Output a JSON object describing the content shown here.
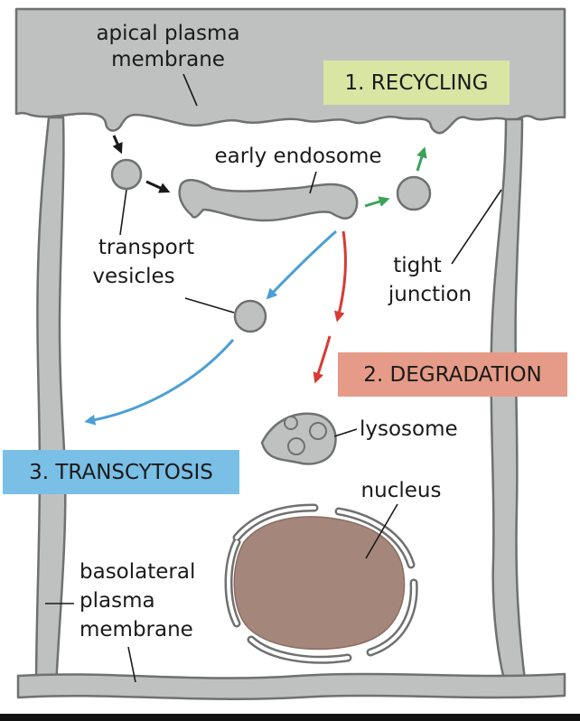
{
  "labels": {
    "apical_line1": "apical plasma",
    "apical_line2": "membrane",
    "early_endosome": "early endosome",
    "transport_line1": "transport",
    "transport_line2": "vesicles",
    "tight_line1": "tight",
    "tight_line2": "junction",
    "lysosome": "lysosome",
    "nucleus": "nucleus",
    "baso_line1": "basolateral",
    "baso_line2": "plasma",
    "baso_line3": "membrane"
  },
  "pathways": {
    "recycling": "1. RECYCLING",
    "degradation": "2. DEGRADATION",
    "transcytosis": "3. TRANSCYTOSIS"
  },
  "colors": {
    "membrane_fill": "#bfc1c0",
    "membrane_stroke": "#6f7170",
    "recycling_box": "#d8e5a3",
    "degradation_box": "#e59b87",
    "transcytosis_box": "#79bfe6",
    "recycling_arrow": "#3aa25b",
    "degradation_arrow": "#d83a35",
    "transcytosis_arrow": "#4a9fd6",
    "endocytosis_arrow": "#1a1a1a",
    "nucleus_fill": "#a5867b"
  }
}
